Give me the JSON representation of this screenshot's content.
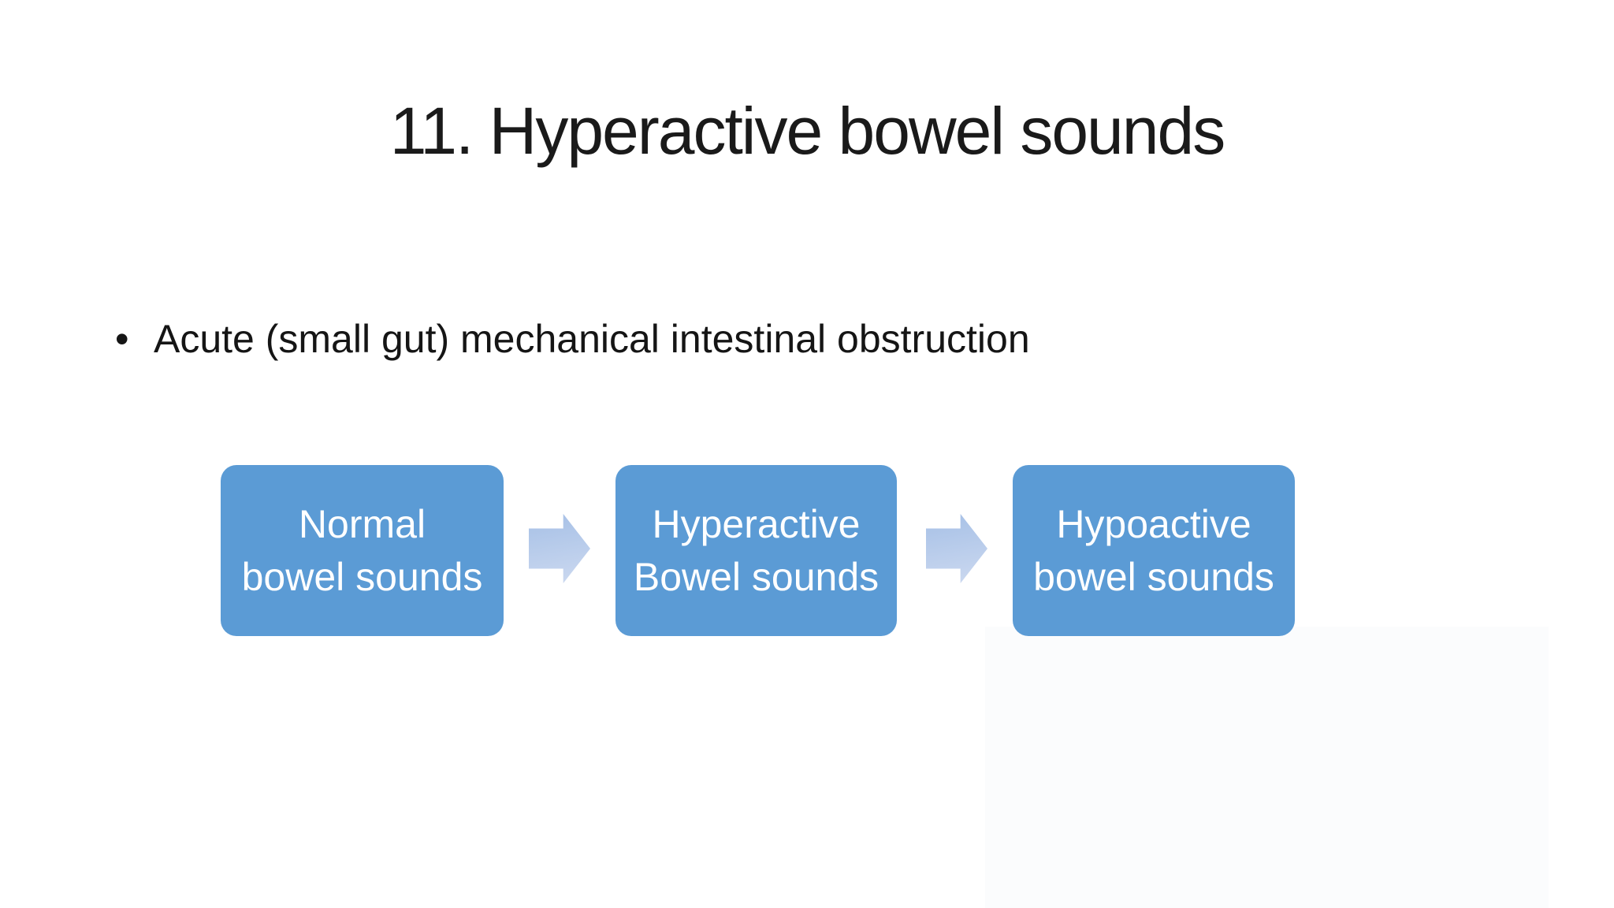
{
  "slide": {
    "title": "11. Hyperactive bowel sounds",
    "bullet_glyph": "•",
    "bullet": "Acute (small gut) mechanical intestinal obstruction"
  },
  "diagram": {
    "type": "process-flow",
    "boxes": [
      {
        "line1": "Normal",
        "line2": "bowel sounds"
      },
      {
        "line1": "Hyperactive",
        "line2": "Bowel sounds"
      },
      {
        "line1": "Hypoactive",
        "line2": "bowel sounds"
      }
    ],
    "arrows": [
      "right-block-arrow",
      "right-block-arrow"
    ],
    "colors": {
      "box_fill": "#5b9bd5",
      "box_text": "#ffffff",
      "arrow_top": "#a6c0e6",
      "arrow_bottom": "#ccd9f0",
      "title_text": "#1a1a1a",
      "body_text": "#151515",
      "background": "#ffffff",
      "corner_tint": "#fbfcfd"
    }
  }
}
